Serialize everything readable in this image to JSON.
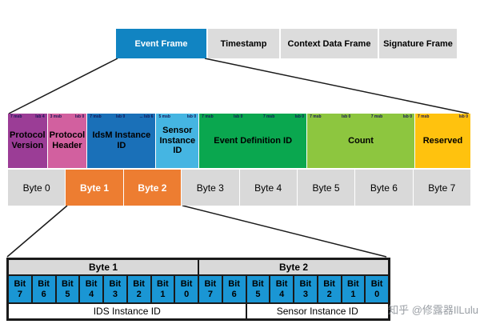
{
  "colors": {
    "tab_active": "#1184c2",
    "tab_inactive": "#dcdcdc",
    "byte_highlight": "#ed7d31",
    "byte_normal": "#d9d9d9",
    "bit_cell": "#1a96d4",
    "line": "#1a1a1a"
  },
  "frame_tabs": [
    {
      "label": "Event Frame",
      "active": true
    },
    {
      "label": "Timestamp",
      "active": false
    },
    {
      "label": "Context Data Frame",
      "active": false
    },
    {
      "label": "Signature Frame",
      "active": false
    }
  ],
  "fields": [
    {
      "label": "Protocol Version",
      "bits": 4,
      "color": "#9b3d96",
      "annotations": [
        "7 msb",
        "lsb 4"
      ]
    },
    {
      "label": "Protocol Header",
      "bits": 4,
      "color": "#d2609f",
      "annotations": [
        "3 msb",
        "lsb 0"
      ]
    },
    {
      "label": "IdsM Instance ID",
      "bits": 10,
      "color": "#1a70b8",
      "annotations": [
        "7 msb",
        "lsb 0",
        "... lsb 6"
      ]
    },
    {
      "label": "Sensor Instance ID",
      "bits": 6,
      "color": "#45b5e2",
      "annotations": [
        "5 msb",
        "lsb 0"
      ]
    },
    {
      "label": "Event Definition ID",
      "bits": 16,
      "color": "#0aa74f",
      "annotations": [
        "7 msb",
        "lsb 0",
        "7 msb",
        "lsb 0"
      ]
    },
    {
      "label": "Count",
      "bits": 16,
      "color": "#8dc63f",
      "annotations": [
        "7 msb",
        "lsb 0",
        "7 msb",
        "lsb 0"
      ]
    },
    {
      "label": "Reserved",
      "bits": 8,
      "color": "#ffc20e",
      "annotations": [
        "7 msb",
        "lsb 0"
      ]
    }
  ],
  "bytes": [
    {
      "label": "Byte 0",
      "highlight": false
    },
    {
      "label": "Byte 1",
      "highlight": true
    },
    {
      "label": "Byte 2",
      "highlight": true
    },
    {
      "label": "Byte 3",
      "highlight": false
    },
    {
      "label": "Byte 4",
      "highlight": false
    },
    {
      "label": "Byte 5",
      "highlight": false
    },
    {
      "label": "Byte 6",
      "highlight": false
    },
    {
      "label": "Byte 7",
      "highlight": false
    }
  ],
  "bit_table": {
    "byte_headers": [
      "Byte 1",
      "Byte 2"
    ],
    "bit_word": "Bit",
    "bit_numbers": [
      7,
      6,
      5,
      4,
      3,
      2,
      1,
      0,
      7,
      6,
      5,
      4,
      3,
      2,
      1,
      0
    ],
    "spans": [
      {
        "label": "IDS Instance ID",
        "cells": 10
      },
      {
        "label": "Sensor Instance ID",
        "cells": 6
      }
    ]
  },
  "watermark": "知乎 @修露器IlLulu"
}
